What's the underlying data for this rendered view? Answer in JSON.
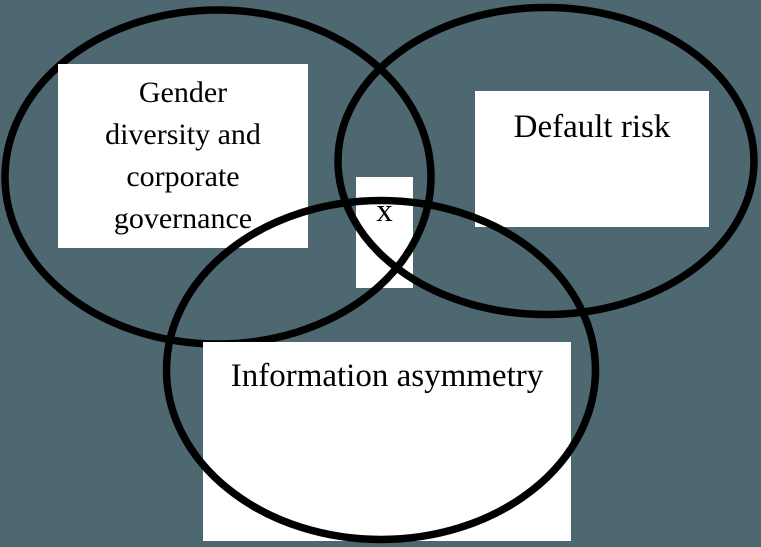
{
  "diagram": {
    "type": "venn",
    "sets": [
      {
        "id": "gender-diversity-and-corporate-governance",
        "label": "Gender diversity and corporate governance",
        "lines": [
          "Gender",
          "diversity and",
          "corporate",
          "governance"
        ]
      },
      {
        "id": "default-risk",
        "label": "Default risk",
        "lines": [
          "Default risk"
        ]
      },
      {
        "id": "information-asymmetry",
        "label": "Information asymmetry",
        "lines": [
          "Information asymmetry"
        ]
      }
    ],
    "intersection_label": "x"
  },
  "colors": {
    "background": "#4d6870",
    "circle_stroke": "#000000",
    "label_box_fill": "#ffffff",
    "text": "#000000"
  }
}
